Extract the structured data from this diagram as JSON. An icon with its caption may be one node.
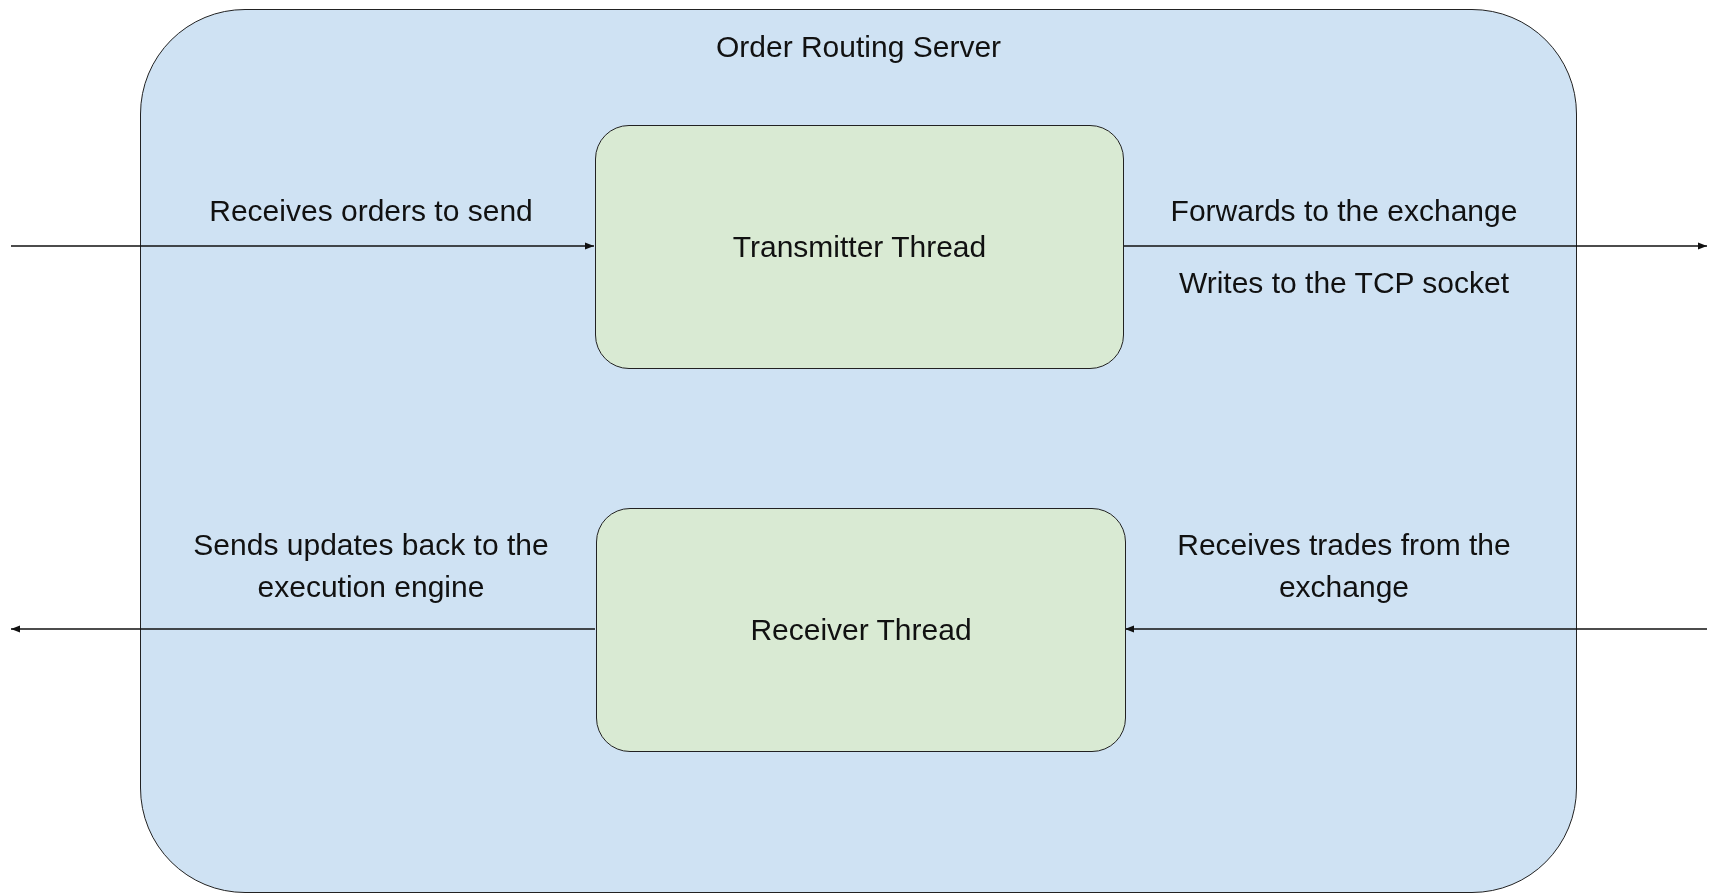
{
  "diagram": {
    "nodes": [
      {
        "text": [
          "Order Routing Server"
        ]
      },
      {
        "text": [
          "Transmitter Thread"
        ],
        "in": 0
      },
      {
        "text": [
          "Receiver Thread"
        ],
        "in": 0
      }
    ],
    "edges": [
      {
        "from": null,
        "to": 1,
        "arrow": "to",
        "label": "Receives orders to send"
      },
      {
        "from": 1,
        "to": null,
        "arrow": "to",
        "label": "Forwards to the exchange"
      },
      {
        "from": 2,
        "to": null,
        "arrow": "to",
        "label": "Sends updates back to the execution engine"
      },
      {
        "from": null,
        "to": 2,
        "arrow": "to",
        "label": "Receives trades from the exchange"
      }
    ],
    "labels": [
      "Writes to the TCP socket"
    ]
  }
}
